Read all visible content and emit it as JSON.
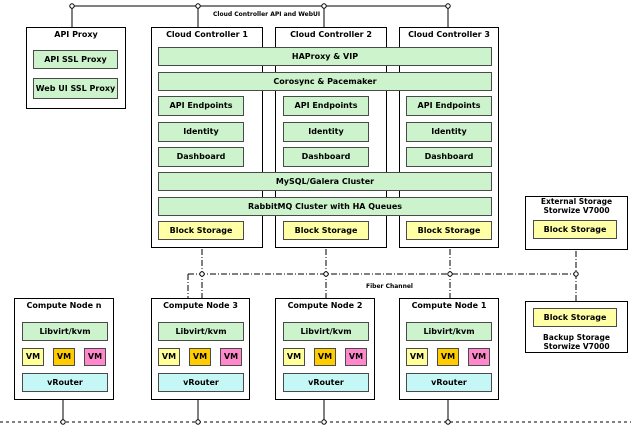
{
  "top_network_label": "Cloud Controller API and WebUI",
  "fiber_label": "Fiber Channel",
  "api_proxy": {
    "title": "API Proxy",
    "items": [
      "API SSL Proxy",
      "Web UI SSL Proxy"
    ]
  },
  "controllers": {
    "titles": [
      "Cloud Controller 1",
      "Cloud Controller 2",
      "Cloud Controller 3"
    ],
    "haproxy": "HAProxy & VIP",
    "corosync": "Corosync & Pacemaker",
    "api_endpoints": "API Endpoints",
    "identity": "Identity",
    "dashboard": "Dashboard",
    "mysql": "MySQL/Galera Cluster",
    "rabbitmq": "RabbitMQ Cluster with HA Queues",
    "block_storage": "Block Storage"
  },
  "external_storage": {
    "title": "External Storage Storwize V7000",
    "block": "Block Storage"
  },
  "backup_storage": {
    "title": "Backup Storage Storwize V7000",
    "block": "Block Storage"
  },
  "compute_nodes": {
    "titles": [
      "Compute Node n",
      "Compute Node 3",
      "Compute Node 2",
      "Compute Node 1"
    ],
    "libvirt": "Libvirt/kvm",
    "vm": "VM",
    "vrouter": "vRouter"
  },
  "colors": {
    "green_box": "#ccf3cc",
    "block_storage": "#ffffa6",
    "vrouter": "#c6f7f7",
    "vm_light_yellow": "#ffff99",
    "vm_orange": "#ffcc00",
    "vm_pink": "#ff88cc"
  }
}
